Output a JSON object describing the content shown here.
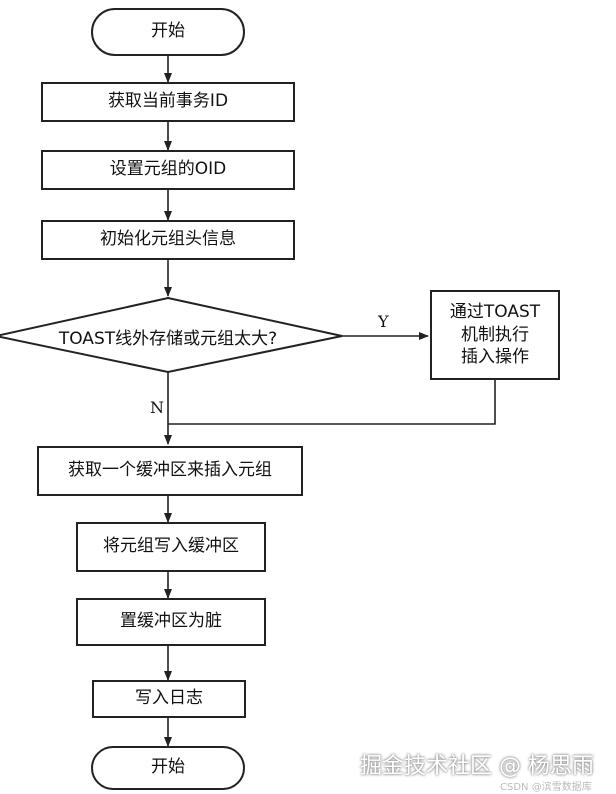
{
  "flowchart": {
    "start": "开始",
    "steps": [
      "获取当前事务ID",
      "设置元组的OID",
      "初始化元组头信息"
    ],
    "decision": "TOAST线外存储或元组太大?",
    "yes_label": "Y",
    "no_label": "N",
    "yes_branch": [
      "通过TOAST",
      "机制执行",
      "插入操作"
    ],
    "after_steps": [
      "获取一个缓冲区来插入元组",
      "将元组写入缓冲区",
      "置缓冲区为脏",
      "写入日志"
    ],
    "end": "开始"
  },
  "watermark": {
    "text": "掘金技术社区 @ 杨思雨",
    "sub": "CSDN @滨雪数据库"
  }
}
